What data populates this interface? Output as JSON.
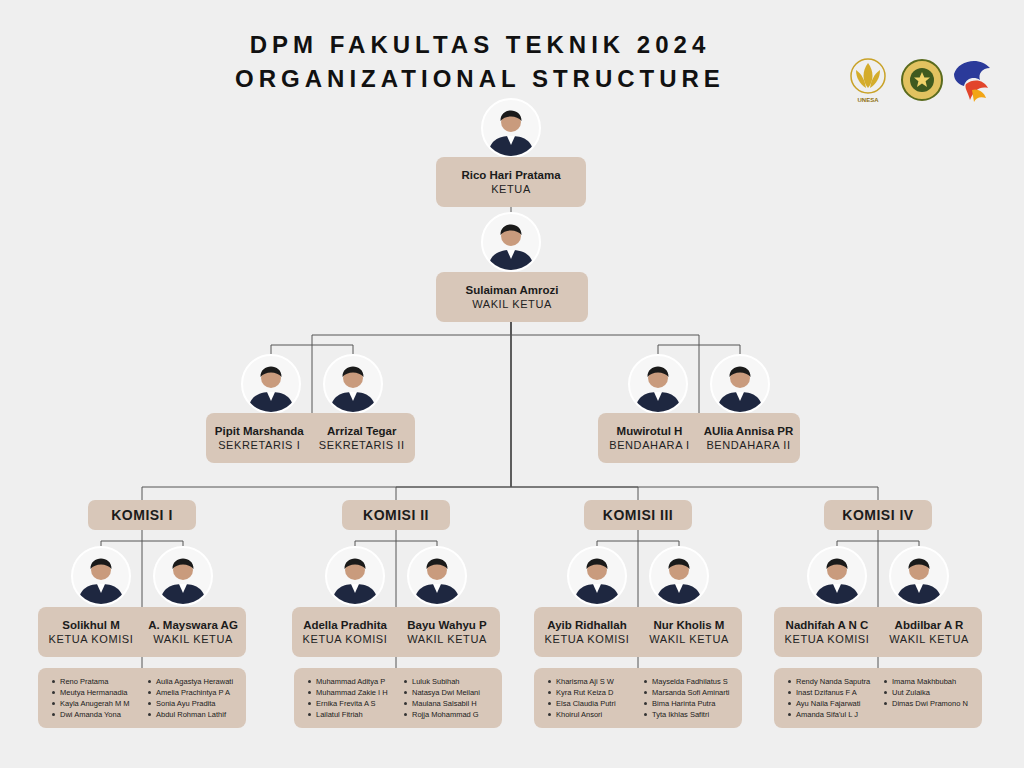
{
  "diagram": {
    "title": "DPM FAKULTAS TEKNIK 2024 ORGANIZATIONAL STRUCTURE",
    "nodes": [
      {
        "text": [
          "Rico Hari Pratama",
          "KETUA"
        ]
      },
      {
        "text": [
          "Sulaiman Amrozi",
          "WAKIL KETUA"
        ]
      },
      {
        "text": [
          "Pipit Marshanda",
          "SEKRETARIS I",
          "Arrizal Tegar",
          "SEKRETARIS II"
        ]
      },
      {
        "text": [
          "Muwirotul H",
          "BENDAHARA I",
          "AUlia Annisa PR",
          "BENDAHARA II"
        ]
      },
      {
        "text": [
          "KOMISI I"
        ]
      },
      {
        "text": [
          "Solikhul M",
          "KETUA KOMISI",
          "A. Mayswara AG",
          "WAKIL KETUA"
        ]
      },
      {
        "text": [
          "Reno Pratama",
          "Meutya Hermanadia",
          "Kayla Anugerah M M",
          "Dwi Amanda Yona",
          "Aulia Agastya Herawati",
          "Amelia Prachintya P A",
          "Sonia Ayu Pradita",
          "Abdul Rohman Lathif"
        ]
      },
      {
        "text": [
          "KOMISI II"
        ]
      },
      {
        "text": [
          "Adella Pradhita",
          "KETUA KOMISI",
          "Bayu Wahyu P",
          "WAKIL KETUA"
        ]
      },
      {
        "text": [
          "Muhammad Aditya P",
          "Muhammad Zakie I H",
          "Ernika Frevita A S",
          "Lailatul Fitriah",
          "Luluk Subihah",
          "Natasya Dwi Meilani",
          "Maulana Salsabil H",
          "Rojja Mohammad G"
        ]
      },
      {
        "text": [
          "KOMISI III"
        ]
      },
      {
        "text": [
          "Ayib Ridhallah",
          "KETUA KOMISI",
          "Nur Kholis M",
          "WAKIL KETUA"
        ]
      },
      {
        "text": [
          "Kharisma Aji S W",
          "Kyra Rut Keiza D",
          "Elsa Claudia Putri",
          "Khoirul Ansori",
          "Mayselda Fadhilatus S",
          "Marsanda Sofi Aminarti",
          "Bima Harinta Putra",
          "Tyta Ikhlas Safitri"
        ]
      },
      {
        "text": [
          "KOMISI IV"
        ]
      },
      {
        "text": [
          "Nadhifah A N C",
          "KETUA KOMISI",
          "Abdilbar A R",
          "WAKIL KETUA"
        ]
      },
      {
        "text": [
          "Rendy Nanda Saputra",
          "Inast Dzifanus F A",
          "Ayu Naila Fajarwati",
          "Amanda Sifa'ul L J",
          "Imama Makhbubah",
          "Uut Zulaika",
          "Dimas Dwi Pramono N"
        ]
      }
    ],
    "edges": [
      {
        "from": 0,
        "to": 1,
        "arrow": "none"
      },
      {
        "from": 1,
        "to": 2,
        "arrow": "none"
      },
      {
        "from": 1,
        "to": 3,
        "arrow": "none"
      },
      {
        "from": 1,
        "to": 4,
        "arrow": "none"
      },
      {
        "from": 1,
        "to": 7,
        "arrow": "none"
      },
      {
        "from": 1,
        "to": 10,
        "arrow": "none"
      },
      {
        "from": 1,
        "to": 13,
        "arrow": "none"
      },
      {
        "from": 4,
        "to": 5,
        "arrow": "none"
      },
      {
        "from": 5,
        "to": 6,
        "arrow": "none"
      },
      {
        "from": 7,
        "to": 8,
        "arrow": "none"
      },
      {
        "from": 8,
        "to": 9,
        "arrow": "none"
      },
      {
        "from": 10,
        "to": 11,
        "arrow": "none"
      },
      {
        "from": 11,
        "to": 12,
        "arrow": "none"
      },
      {
        "from": 13,
        "to": 14,
        "arrow": "none"
      },
      {
        "from": 14,
        "to": 15,
        "arrow": "none"
      }
    ],
    "labels": [
      "UNESA"
    ]
  }
}
